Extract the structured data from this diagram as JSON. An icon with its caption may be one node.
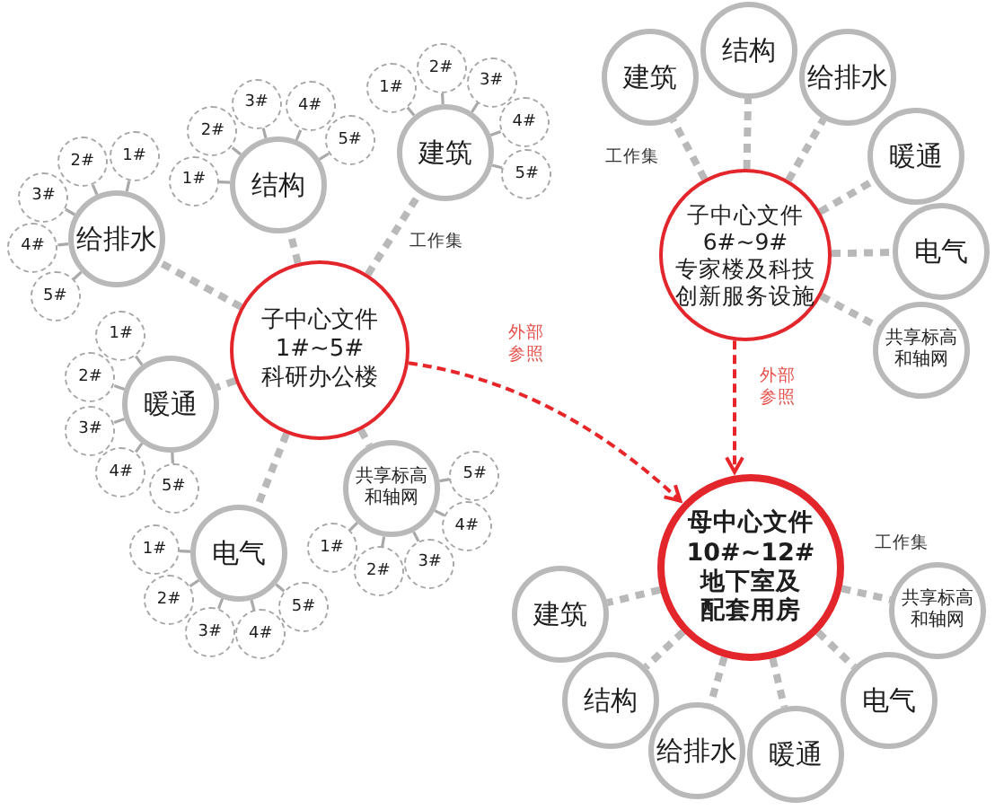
{
  "diagram": {
    "nodes": [
      {
        "text": [
          "子中心文件",
          "1#~5#",
          "科研办公楼"
        ]
      },
      {
        "text": [
          "建筑"
        ]
      },
      {
        "text": [
          "1#"
        ]
      },
      {
        "text": [
          "2#"
        ]
      },
      {
        "text": [
          "3#"
        ]
      },
      {
        "text": [
          "4#"
        ]
      },
      {
        "text": [
          "5#"
        ]
      },
      {
        "text": [
          "结构"
        ]
      },
      {
        "text": [
          "1#"
        ]
      },
      {
        "text": [
          "2#"
        ]
      },
      {
        "text": [
          "3#"
        ]
      },
      {
        "text": [
          "4#"
        ]
      },
      {
        "text": [
          "5#"
        ]
      },
      {
        "text": [
          "给排水"
        ]
      },
      {
        "text": [
          "1#"
        ]
      },
      {
        "text": [
          "2#"
        ]
      },
      {
        "text": [
          "3#"
        ]
      },
      {
        "text": [
          "4#"
        ]
      },
      {
        "text": [
          "5#"
        ]
      },
      {
        "text": [
          "暖通"
        ]
      },
      {
        "text": [
          "1#"
        ]
      },
      {
        "text": [
          "2#"
        ]
      },
      {
        "text": [
          "3#"
        ]
      },
      {
        "text": [
          "4#"
        ]
      },
      {
        "text": [
          "5#"
        ]
      },
      {
        "text": [
          "电气"
        ]
      },
      {
        "text": [
          "1#"
        ]
      },
      {
        "text": [
          "2#"
        ]
      },
      {
        "text": [
          "3#"
        ]
      },
      {
        "text": [
          "4#"
        ]
      },
      {
        "text": [
          "5#"
        ]
      },
      {
        "text": [
          "共享标高和轴网"
        ]
      },
      {
        "text": [
          "1#"
        ]
      },
      {
        "text": [
          "2#"
        ]
      },
      {
        "text": [
          "3#"
        ]
      },
      {
        "text": [
          "4#"
        ]
      },
      {
        "text": [
          "5#"
        ]
      },
      {
        "text": [
          "子中心文件",
          "6#~9#",
          "专家楼及科技创新服务设施"
        ]
      },
      {
        "text": [
          "建筑"
        ]
      },
      {
        "text": [
          "结构"
        ]
      },
      {
        "text": [
          "给排水"
        ]
      },
      {
        "text": [
          "暖通"
        ]
      },
      {
        "text": [
          "电气"
        ]
      },
      {
        "text": [
          "共享标高和轴网"
        ]
      },
      {
        "text": [
          "母中心文件",
          "10#~12#",
          "地下室及配套用房"
        ]
      },
      {
        "text": [
          "建筑"
        ]
      },
      {
        "text": [
          "结构"
        ]
      },
      {
        "text": [
          "给排水"
        ]
      },
      {
        "text": [
          "暖通"
        ]
      },
      {
        "text": [
          "电气"
        ]
      },
      {
        "text": [
          "共享标高和轴网"
        ]
      }
    ],
    "edges": [
      {
        "from": 0,
        "to": 1,
        "arrow": "none",
        "style": "dashed"
      },
      {
        "from": 0,
        "to": 7,
        "arrow": "none",
        "style": "dashed"
      },
      {
        "from": 0,
        "to": 13,
        "arrow": "none",
        "style": "dashed"
      },
      {
        "from": 0,
        "to": 19,
        "arrow": "none",
        "style": "dashed"
      },
      {
        "from": 0,
        "to": 25,
        "arrow": "none",
        "style": "dashed"
      },
      {
        "from": 0,
        "to": 31,
        "arrow": "none",
        "style": "dashed"
      },
      {
        "from": 1,
        "to": 2,
        "arrow": "none"
      },
      {
        "from": 1,
        "to": 3,
        "arrow": "none"
      },
      {
        "from": 1,
        "to": 4,
        "arrow": "none"
      },
      {
        "from": 1,
        "to": 5,
        "arrow": "none"
      },
      {
        "from": 1,
        "to": 6,
        "arrow": "none"
      },
      {
        "from": 7,
        "to": 8,
        "arrow": "none"
      },
      {
        "from": 7,
        "to": 9,
        "arrow": "none"
      },
      {
        "from": 7,
        "to": 10,
        "arrow": "none"
      },
      {
        "from": 7,
        "to": 11,
        "arrow": "none"
      },
      {
        "from": 7,
        "to": 12,
        "arrow": "none"
      },
      {
        "from": 13,
        "to": 14,
        "arrow": "none"
      },
      {
        "from": 13,
        "to": 15,
        "arrow": "none"
      },
      {
        "from": 13,
        "to": 16,
        "arrow": "none"
      },
      {
        "from": 13,
        "to": 17,
        "arrow": "none"
      },
      {
        "from": 13,
        "to": 18,
        "arrow": "none"
      },
      {
        "from": 19,
        "to": 20,
        "arrow": "none"
      },
      {
        "from": 19,
        "to": 21,
        "arrow": "none"
      },
      {
        "from": 19,
        "to": 22,
        "arrow": "none"
      },
      {
        "from": 19,
        "to": 23,
        "arrow": "none"
      },
      {
        "from": 19,
        "to": 24,
        "arrow": "none"
      },
      {
        "from": 25,
        "to": 26,
        "arrow": "none"
      },
      {
        "from": 25,
        "to": 27,
        "arrow": "none"
      },
      {
        "from": 25,
        "to": 28,
        "arrow": "none"
      },
      {
        "from": 25,
        "to": 29,
        "arrow": "none"
      },
      {
        "from": 25,
        "to": 30,
        "arrow": "none"
      },
      {
        "from": 31,
        "to": 32,
        "arrow": "none"
      },
      {
        "from": 31,
        "to": 33,
        "arrow": "none"
      },
      {
        "from": 31,
        "to": 34,
        "arrow": "none"
      },
      {
        "from": 31,
        "to": 35,
        "arrow": "none"
      },
      {
        "from": 31,
        "to": 36,
        "arrow": "none"
      },
      {
        "from": 37,
        "to": 38,
        "arrow": "none",
        "style": "dashed"
      },
      {
        "from": 37,
        "to": 39,
        "arrow": "none",
        "style": "dashed"
      },
      {
        "from": 37,
        "to": 40,
        "arrow": "none",
        "style": "dashed"
      },
      {
        "from": 37,
        "to": 41,
        "arrow": "none",
        "style": "dashed"
      },
      {
        "from": 37,
        "to": 42,
        "arrow": "none",
        "style": "dashed"
      },
      {
        "from": 37,
        "to": 43,
        "arrow": "none",
        "style": "dashed"
      },
      {
        "from": 44,
        "to": 45,
        "arrow": "none",
        "style": "dashed"
      },
      {
        "from": 44,
        "to": 46,
        "arrow": "none",
        "style": "dashed"
      },
      {
        "from": 44,
        "to": 47,
        "arrow": "none",
        "style": "dashed"
      },
      {
        "from": 44,
        "to": 48,
        "arrow": "none",
        "style": "dashed"
      },
      {
        "from": 44,
        "to": 49,
        "arrow": "none",
        "style": "dashed"
      },
      {
        "from": 44,
        "to": 50,
        "arrow": "none",
        "style": "dashed"
      },
      {
        "from": 0,
        "to": 44,
        "arrow": "to",
        "style": "dashed",
        "color": "#e8262a",
        "label": "外部参照"
      },
      {
        "from": 37,
        "to": 44,
        "arrow": "to",
        "style": "dashed",
        "color": "#e8262a",
        "label": "外部参照"
      }
    ],
    "labels": [
      "工作集",
      "工作集",
      "工作集"
    ]
  }
}
